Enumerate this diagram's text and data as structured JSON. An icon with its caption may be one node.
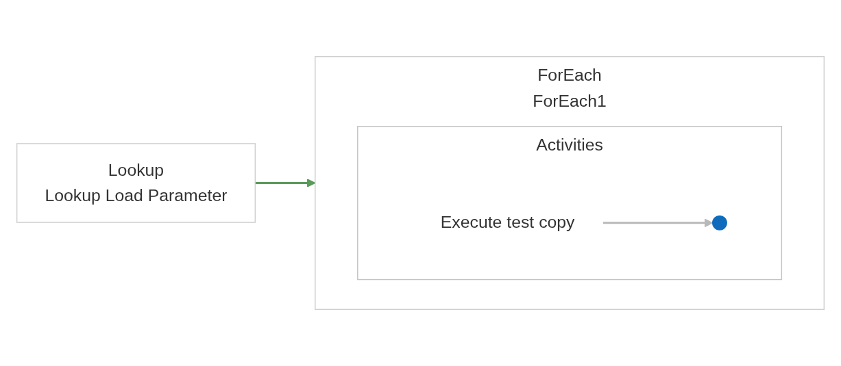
{
  "diagram": {
    "nodes": [
      {
        "text": [
          "Lookup",
          "Lookup Load Parameter"
        ]
      },
      {
        "text": [
          "ForEach",
          "ForEach1"
        ]
      },
      {
        "text": [
          "Activities"
        ],
        "in": 1
      },
      {
        "text": [
          "Execute test copy"
        ],
        "in": 2
      },
      {
        "text": [],
        "shape": "circle",
        "in": 2
      }
    ],
    "edges": [
      {
        "from": 0,
        "to": 1,
        "arrow": "to",
        "color": "#5a9a5a"
      },
      {
        "from": 3,
        "to": 4,
        "arrow": "to",
        "color": "#b9b9b9"
      }
    ]
  }
}
